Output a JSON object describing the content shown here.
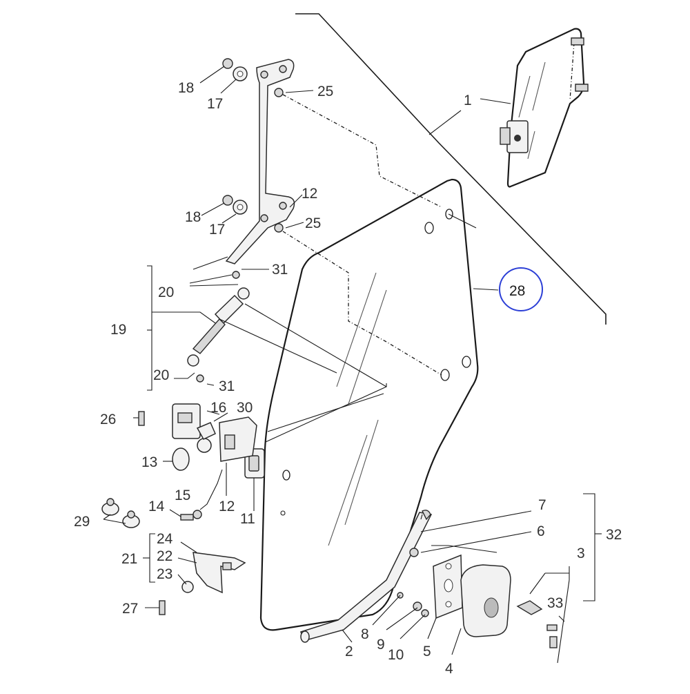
{
  "callouts": {
    "c1": "1",
    "c2": "2",
    "c3": "3",
    "c4": "4",
    "c5": "5",
    "c6": "6",
    "c7": "7",
    "c8": "8",
    "c9": "9",
    "c10": "10",
    "c11": "11",
    "c12a": "12",
    "c12b": "12",
    "c13": "13",
    "c14": "14",
    "c15": "15",
    "c16": "16",
    "c17a": "17",
    "c17b": "17",
    "c18a": "18",
    "c18b": "18",
    "c19": "19",
    "c20a": "20",
    "c20b": "20",
    "c21": "21",
    "c22": "22",
    "c23": "23",
    "c24": "24",
    "c25a": "25",
    "c25b": "25",
    "c26": "26",
    "c27": "27",
    "c28": "28",
    "c29": "29",
    "c30": "30",
    "c31a": "31",
    "c31b": "31",
    "c32": "32",
    "c33": "33"
  },
  "highlight": {
    "part": "28",
    "color": "#2c3fd6"
  }
}
